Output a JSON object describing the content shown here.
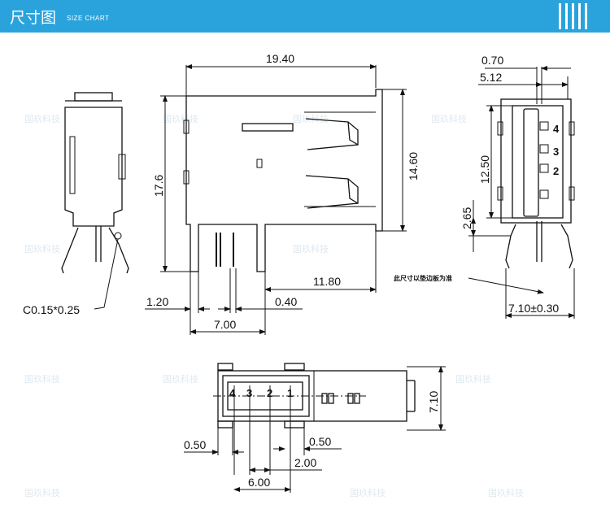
{
  "header": {
    "title": "尺寸图",
    "subtitle": "SIZE CHART"
  },
  "watermark": "国玖科技",
  "labels": {
    "c_note": "C0.15*0.25",
    "w_19_40": "19.40",
    "h_17_6": "17.6",
    "h_14_60": "14.60",
    "d_1_20": "1.20",
    "d_0_40": "0.40",
    "d_7_00": "7.00",
    "d_11_80": "11.80",
    "d_0_70": "0.70",
    "d_5_12": "5.12",
    "d_12_50": "12.50",
    "d_2_65": "2.65",
    "d_7_10_tol": "7.10±0.30",
    "note_ref": "此尺寸以垫边板为准",
    "d_7_10": "7.10",
    "d_0_50_l": "0.50",
    "d_0_50_r": "0.50",
    "d_2_00": "2.00",
    "d_6_00": "6.00"
  },
  "pins": {
    "p1": "1",
    "p2": "2",
    "p3": "3",
    "p4": "4"
  },
  "colors": {
    "header": "#2aa3dc",
    "line": "#111111"
  }
}
